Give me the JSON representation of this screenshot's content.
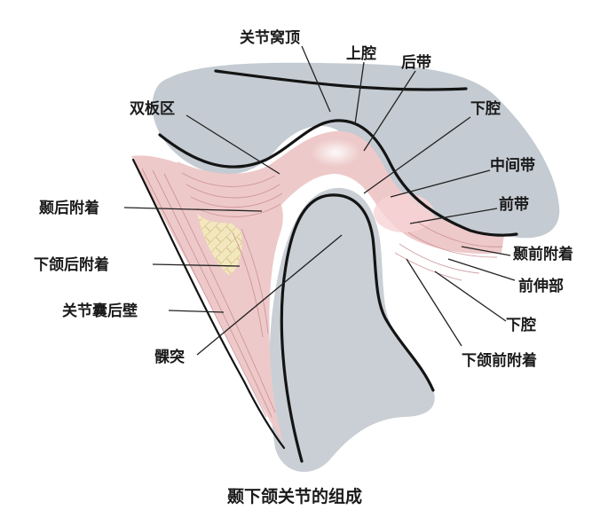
{
  "caption": "颞下颌关节的组成",
  "labels": {
    "fossa_roof": "关节窝顶",
    "upper_cavity": "上腔",
    "posterior_band": "后带",
    "bilaminar_zone": "双板区",
    "lower_cavity_top": "下腔",
    "intermediate_zone": "中间带",
    "anterior_band": "前带",
    "temporal_posterior_attachment": "颞后附着",
    "temporal_anterior_attachment": "颞前附着",
    "mandibular_posterior_attachment": "下颌后附着",
    "anterior_extension": "前伸部",
    "posterior_capsule_wall": "关节囊后壁",
    "lower_cavity_bottom": "下腔",
    "condyle": "髁突",
    "mandibular_anterior_attachment": "下颌前附着"
  },
  "colors": {
    "bone": "#c4cbd2",
    "bone_light": "#d6dbe0",
    "tissue": "#eec9c9",
    "tissue_deep": "#e3a9ad",
    "fat": "#f3e7be",
    "outline": "#141414",
    "text": "#1a1a1a"
  }
}
